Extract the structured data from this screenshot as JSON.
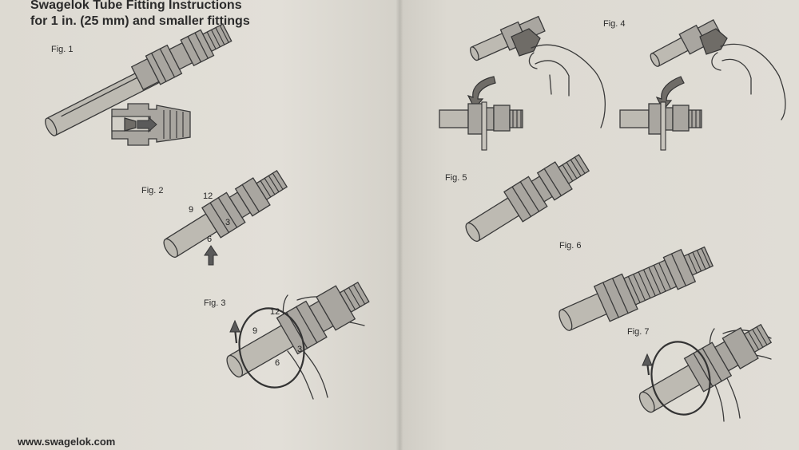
{
  "document": {
    "title_line1": "Swagelok Tube Fitting Instructions",
    "title_line2": "for 1 in. (25 mm) and smaller fittings",
    "footer_url": "www.swagelok.com"
  },
  "figures": [
    {
      "label": "Fig. 1"
    },
    {
      "label": "Fig. 2",
      "marks": [
        "12",
        "9",
        "3",
        "6"
      ]
    },
    {
      "label": "Fig. 3",
      "marks": [
        "12",
        "9",
        "3",
        "6"
      ]
    },
    {
      "label": "Fig. 4"
    },
    {
      "label": "Fig. 5"
    },
    {
      "label": "Fig. 6"
    },
    {
      "label": "Fig. 7"
    }
  ]
}
